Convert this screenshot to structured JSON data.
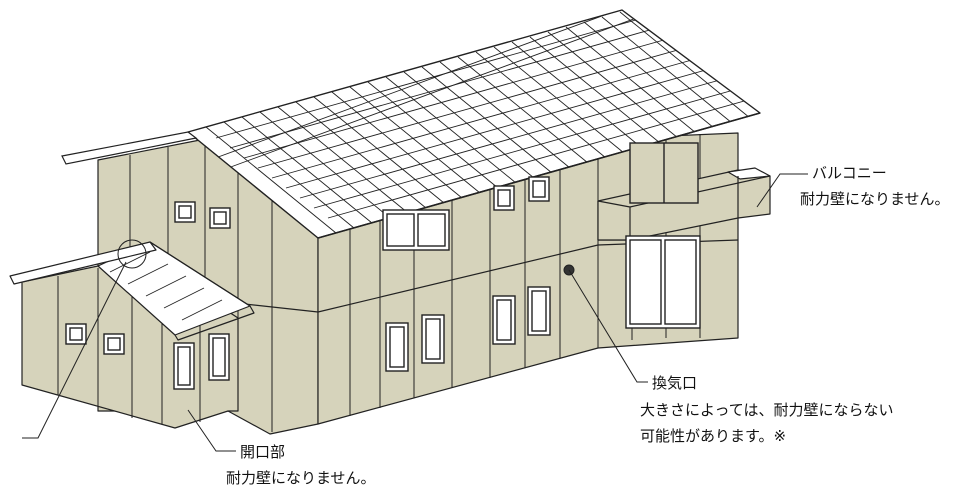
{
  "callouts": {
    "balcony": {
      "title": "バルコニー",
      "note": "耐力壁になりません。"
    },
    "vent": {
      "title": "換気口",
      "note_line1": "大きさによっては、耐力壁にならない",
      "note_line2": "可能性があります。※"
    },
    "opening": {
      "title": "開口部",
      "note": "耐力壁になりません。"
    }
  },
  "colors": {
    "wall": "#d6d3bb",
    "roof": "#ffffff",
    "outline": "#222222"
  }
}
